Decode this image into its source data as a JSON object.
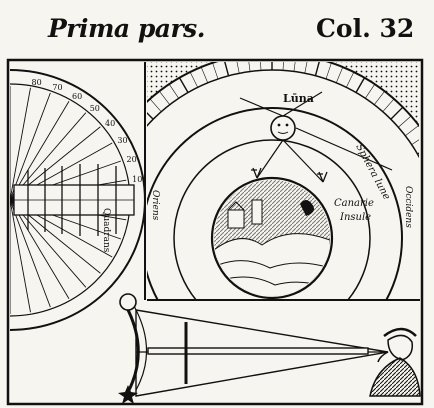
{
  "page": {
    "running_head": "Prima pars.",
    "folio_label": "Col. 32"
  },
  "woodcut": {
    "labels": {
      "luna": "Lūna",
      "sphera_lune": "Sphera lune",
      "oriens": "Oriens",
      "occidens": "Occidens",
      "canarie_insule": [
        "Canarie",
        "Insule"
      ],
      "quadrant_scale": "Quadrans",
      "scale_numbers": [
        "80",
        "70",
        "60",
        "50",
        "40",
        "30",
        "20",
        "10"
      ]
    },
    "colors": {
      "ink": "#111111",
      "paper": "#f7f5ef"
    }
  }
}
